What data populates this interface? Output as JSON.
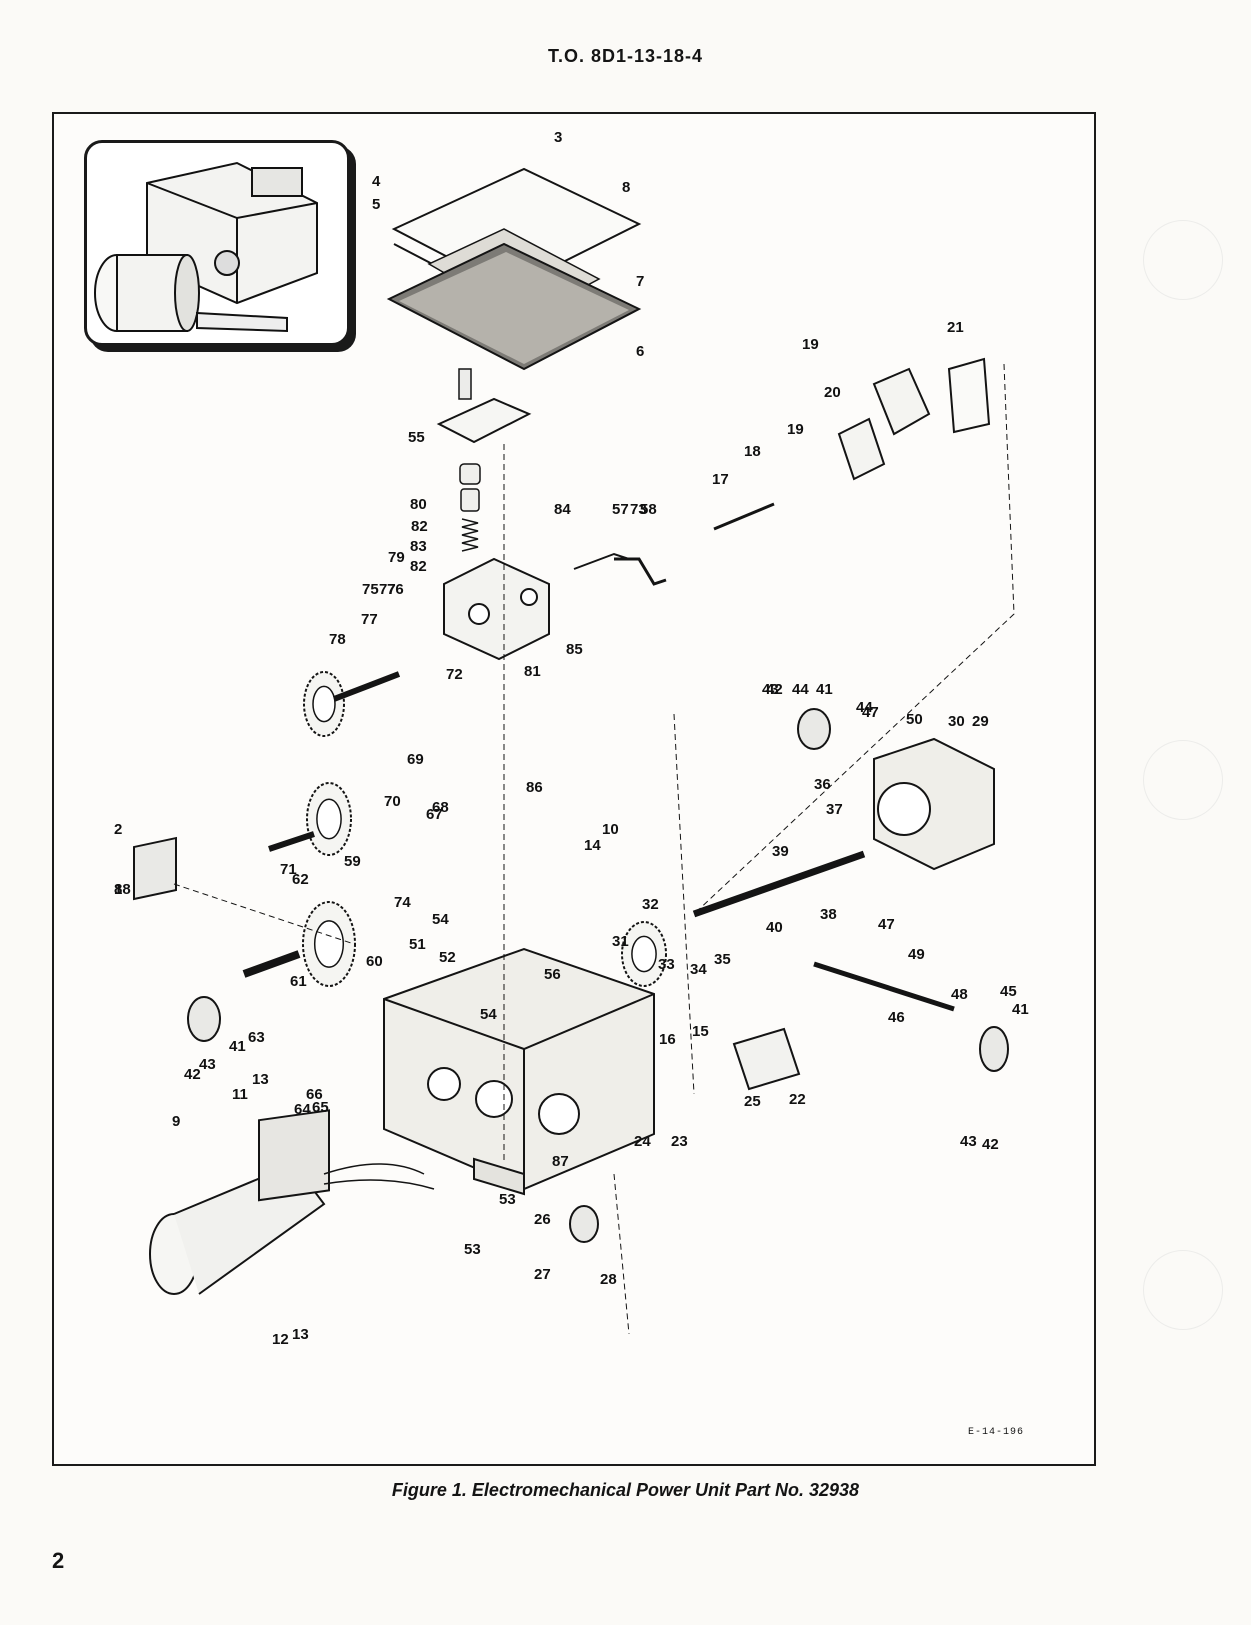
{
  "document": {
    "header": "T.O. 8D1-13-18-4",
    "caption": "Figure 1. Electromechanical Power Unit Part No. 32938",
    "page_number": "2",
    "drawing_id": "E-14-196"
  },
  "callouts": [
    "1",
    "2",
    "3",
    "4",
    "5",
    "6",
    "7",
    "8",
    "9",
    "10",
    "11",
    "12",
    "13",
    "13",
    "14",
    "15",
    "16",
    "17",
    "18",
    "19",
    "19",
    "20",
    "21",
    "22",
    "23",
    "24",
    "25",
    "26",
    "27",
    "28",
    "29",
    "30",
    "31",
    "32",
    "33",
    "34",
    "35",
    "36",
    "37",
    "38",
    "39",
    "40",
    "41",
    "41",
    "41",
    "42",
    "42",
    "42",
    "43",
    "43",
    "43",
    "44",
    "44",
    "45",
    "46",
    "47",
    "47",
    "48",
    "49",
    "50",
    "51",
    "52",
    "53",
    "53",
    "54",
    "54",
    "55",
    "56",
    "57",
    "58",
    "59",
    "60",
    "61",
    "62",
    "63",
    "64",
    "65",
    "66",
    "67",
    "68",
    "69",
    "70",
    "71",
    "72",
    "73",
    "74",
    "75",
    "76",
    "77",
    "77",
    "78",
    "79",
    "80",
    "81",
    "82",
    "82",
    "83",
    "84",
    "85",
    "86",
    "87",
    "88"
  ],
  "colors": {
    "ink": "#141414",
    "paper": "#fbfaf7"
  }
}
